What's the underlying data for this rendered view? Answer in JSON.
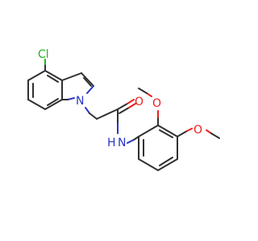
{
  "atoms": {
    "chlorine": "Cl",
    "indole_nitrogen": "N",
    "amide_oxygen": "O",
    "amide_nitrogen": "N",
    "amide_hydrogen": "H",
    "methoxy_oxygen_top": "O",
    "methoxy_oxygen_right": "O"
  },
  "colors": {
    "bond": "#303030",
    "oxygen": "#e8201c",
    "nitrogen": "#2a35c8",
    "chlorine": "#1fb41f"
  }
}
